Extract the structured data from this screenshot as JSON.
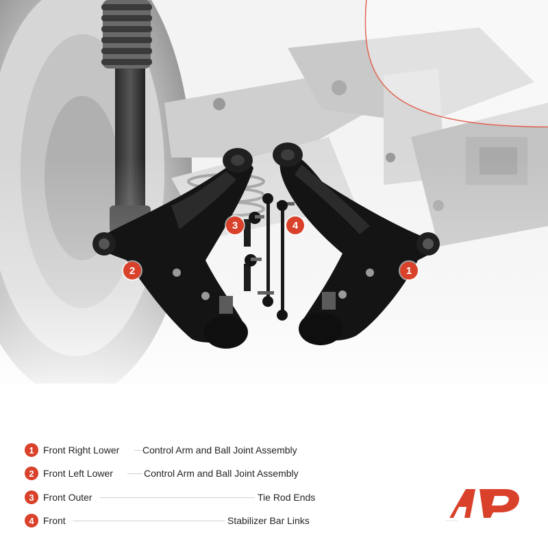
{
  "colors": {
    "accent": "#d9412a",
    "part": "#141414",
    "background": "#ffffff"
  },
  "callouts": [
    "1",
    "2",
    "3",
    "4"
  ],
  "legend": [
    {
      "number": "1",
      "left": "Front Right Lower",
      "right": "Control Arm and Ball Joint Assembly"
    },
    {
      "number": "2",
      "left": "Front Left Lower",
      "right": "Control Arm and Ball Joint Assembly"
    },
    {
      "number": "3",
      "left": "Front Outer",
      "right": "Tie Rod Ends"
    },
    {
      "number": "4",
      "left": "Front",
      "right": "Stabilizer Bar Links"
    }
  ],
  "logo": {
    "text": "AP",
    "icon": "brand-logo-icon"
  }
}
